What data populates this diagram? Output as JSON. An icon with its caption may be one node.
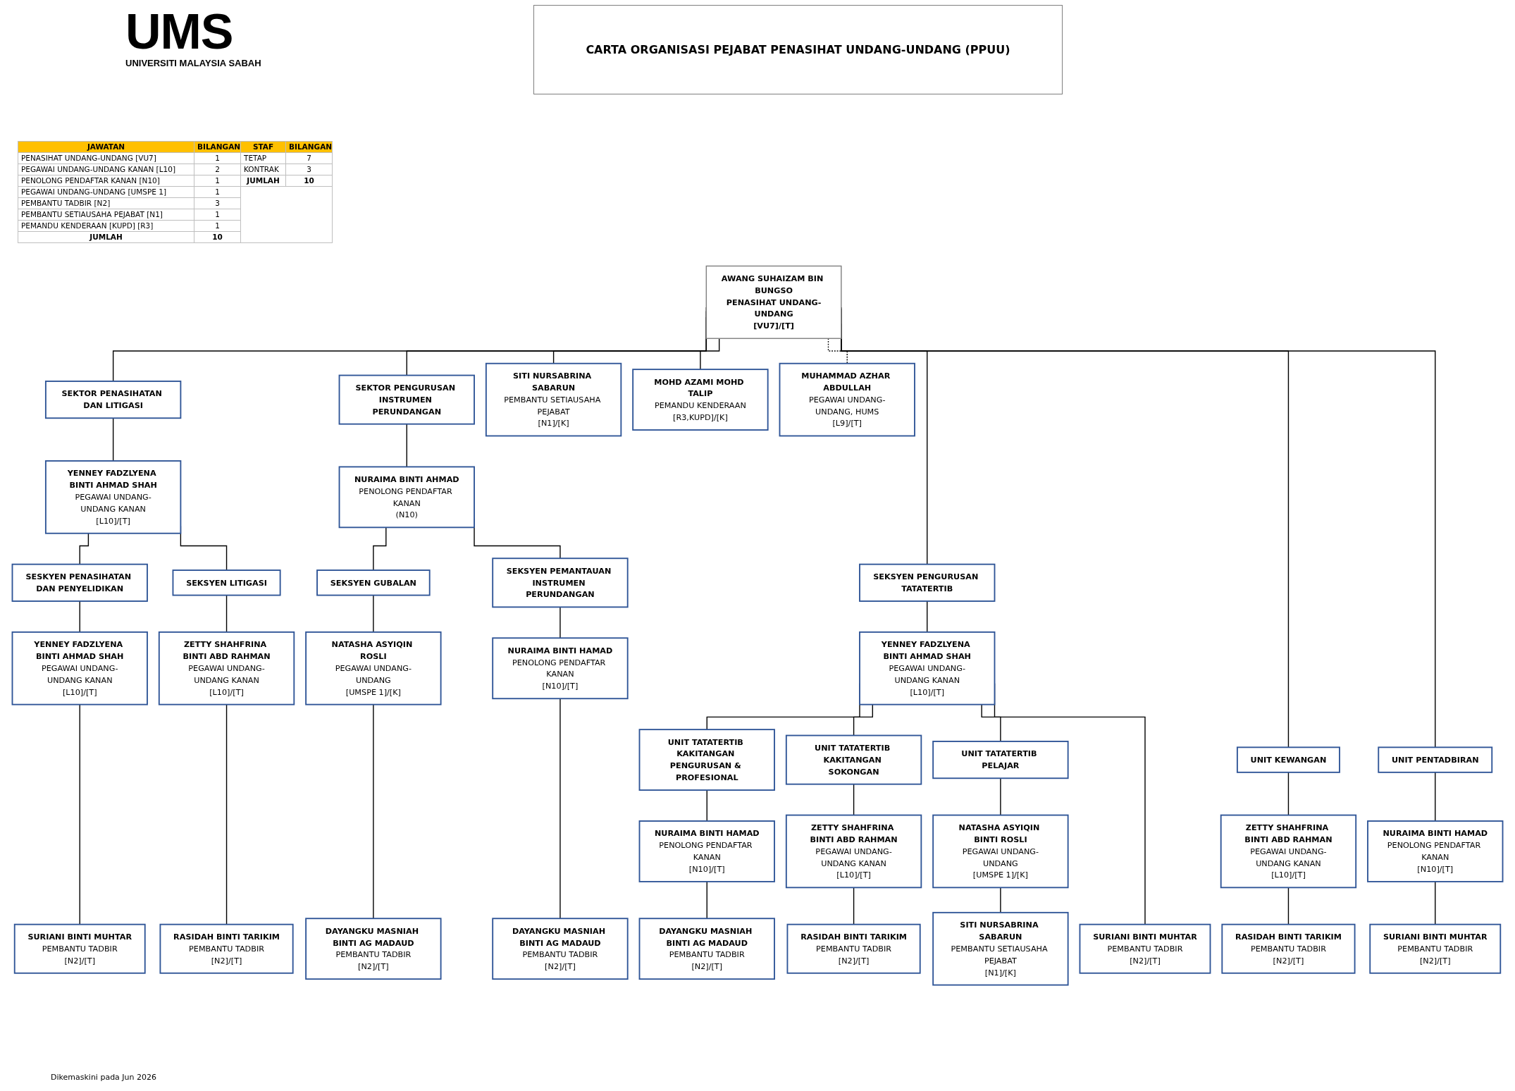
{
  "diagram": {
    "title": "CARTA ORGANISASI PEJABAT PENASIHAT UNDANG-UNDANG (PPUU)",
    "nodes": [
      {
        "text": [
          "AWANG SUHAIZAM BIN BUNGSO",
          "PENASIHAT UNDANG-UNDANG",
          "[VU7]/[T]"
        ]
      },
      {
        "text": [
          "MUHAMMAD AZHAR ABDULLAH",
          "PEGAWAI UNDANG-UNDANG, HUMS",
          "[L9]/[T]"
        ]
      },
      {
        "text": [
          "SITI NURSABRINA SABARUN",
          "PEMBANTU SETIAUSAHA PEJABAT",
          "[N1]/[K]"
        ]
      },
      {
        "text": [
          "MOHD AZAMI MOHD TALIP",
          "PEMANDU KENDERAAN",
          "[R3,KUPD]/[K]"
        ]
      },
      {
        "text": [
          "SEKTOR PENASIHATAN DAN LITIGASI"
        ]
      },
      {
        "text": [
          "SEKTOR PENGURUSAN INSTRUMEN PERUNDANGAN"
        ]
      },
      {
        "text": [
          "YENNEY FADZLYENA BINTI AHMAD SHAH",
          "PEGAWAI UNDANG-UNDANG KANAN",
          "[L10]/[T]"
        ]
      },
      {
        "text": [
          "NURAIMA BINTI AHMAD",
          "PENOLONG PENDAFTAR KANAN",
          "(N10)"
        ]
      },
      {
        "text": [
          "SESKYEN PENASIHATAN DAN PENYELIDIKAN"
        ]
      },
      {
        "text": [
          "SEKSYEN LITIGASI"
        ]
      },
      {
        "text": [
          "SEKSYEN GUBALAN"
        ]
      },
      {
        "text": [
          "SEKSYEN PEMANTAUAN INSTRUMEN PERUNDANGAN"
        ]
      },
      {
        "text": [
          "SEKSYEN PENGURUSAN TATATERTIB"
        ]
      },
      {
        "text": [
          "YENNEY FADZLYENA BINTI AHMAD SHAH",
          "PEGAWAI UNDANG-UNDANG KANAN",
          "[L10]/[T]"
        ]
      },
      {
        "text": [
          "ZETTY SHAHFRINA BINTI ABD RAHMAN",
          "PEGAWAI UNDANG-UNDANG KANAN",
          "[L10]/[T]"
        ]
      },
      {
        "text": [
          "NATASHA ASYIQIN ROSLI",
          "PEGAWAI UNDANG-UNDANG",
          "[UMSPE 1]/[K]"
        ]
      },
      {
        "text": [
          "NURAIMA BINTI HAMAD",
          "PENOLONG PENDAFTAR KANAN",
          "[N10]/[T]"
        ]
      },
      {
        "text": [
          "YENNEY FADZLYENA BINTI AHMAD SHAH",
          "PEGAWAI UNDANG-UNDANG KANAN",
          "[L10]/[T]"
        ]
      },
      {
        "text": [
          "UNIT TATATERTIB KAKITANGAN PENGURUSAN & PROFESIONAL"
        ]
      },
      {
        "text": [
          "UNIT TATATERTIB KAKITANGAN SOKONGAN"
        ]
      },
      {
        "text": [
          "UNIT TATATERTIB PELAJAR"
        ]
      },
      {
        "text": [
          "UNIT KEWANGAN"
        ]
      },
      {
        "text": [
          "UNIT PENTADBIRAN"
        ]
      },
      {
        "text": [
          "NURAIMA BINTI HAMAD",
          "PENOLONG PENDAFTAR KANAN",
          "[N10]/[T]"
        ]
      },
      {
        "text": [
          "ZETTY SHAHFRINA BINTI ABD RAHMAN",
          "PEGAWAI UNDANG-UNDANG KANAN",
          "[L10]/[T]"
        ]
      },
      {
        "text": [
          "NATASHA ASYIQIN BINTI ROSLI",
          "PEGAWAI UNDANG-UNDANG",
          "[UMSPE 1]/[K]"
        ]
      },
      {
        "text": [
          "ZETTY SHAHFRINA BINTI ABD RAHMAN",
          "PEGAWAI UNDANG-UNDANG KANAN",
          "[L10]/[T]"
        ]
      },
      {
        "text": [
          "NURAIMA BINTI HAMAD",
          "PENOLONG PENDAFTAR KANAN",
          "[N10]/[T]"
        ]
      },
      {
        "text": [
          "SURIANI BINTI MUHTAR",
          "PEMBANTU TADBIR",
          "[N2]/[T]"
        ]
      },
      {
        "text": [
          "RASIDAH BINTI TARIKIM",
          "PEMBANTU TADBIR",
          "[N2]/[T]"
        ]
      },
      {
        "text": [
          "DAYANGKU MASNIAH BINTI AG MADAUD",
          "PEMBANTU TADBIR",
          "[N2]/[T]"
        ]
      },
      {
        "text": [
          "DAYANGKU MASNIAH BINTI AG MADAUD",
          "PEMBANTU TADBIR",
          "[N2]/[T]"
        ]
      },
      {
        "text": [
          "DAYANGKU MASNIAH BINTI AG MADAUD",
          "PEMBANTU TADBIR",
          "[N2]/[T]"
        ]
      },
      {
        "text": [
          "RASIDAH BINTI TARIKIM",
          "PEMBANTU TADBIR",
          "[N2]/[T]"
        ]
      },
      {
        "text": [
          "SITI NURSABRINA SABARUN",
          "PEMBANTU SETIAUSAHA PEJABAT",
          "[N1]/[K]"
        ]
      },
      {
        "text": [
          "SURIANI BINTI MUHTAR",
          "PEMBANTU TADBIR",
          "[N2]/[T]"
        ]
      },
      {
        "text": [
          "RASIDAH BINTI TARIKIM",
          "PEMBANTU TADBIR",
          "[N2]/[T]"
        ]
      },
      {
        "text": [
          "SURIANI BINTI MUHTAR",
          "PEMBANTU TADBIR",
          "[N2]/[T]"
        ]
      }
    ],
    "edges": [
      {
        "from": 0,
        "to": 4,
        "arrow": "none"
      },
      {
        "from": 0,
        "to": 5,
        "arrow": "none"
      },
      {
        "from": 0,
        "to": 2,
        "arrow": "none"
      },
      {
        "from": 0,
        "to": 3,
        "arrow": "none"
      },
      {
        "from": 0,
        "to": 12,
        "arrow": "none"
      },
      {
        "from": 0,
        "to": 21,
        "arrow": "none"
      },
      {
        "from": 0,
        "to": 22,
        "arrow": "none"
      },
      {
        "from": 0,
        "to": 1,
        "arrow": "none",
        "style": "dashed"
      },
      {
        "from": 4,
        "to": 6,
        "arrow": "none"
      },
      {
        "from": 5,
        "to": 7,
        "arrow": "none"
      },
      {
        "from": 6,
        "to": 8,
        "arrow": "none"
      },
      {
        "from": 6,
        "to": 9,
        "arrow": "none"
      },
      {
        "from": 7,
        "to": 10,
        "arrow": "none"
      },
      {
        "from": 7,
        "to": 11,
        "arrow": "none"
      },
      {
        "from": 8,
        "to": 13,
        "arrow": "none"
      },
      {
        "from": 9,
        "to": 14,
        "arrow": "none"
      },
      {
        "from": 10,
        "to": 15,
        "arrow": "none"
      },
      {
        "from": 11,
        "to": 16,
        "arrow": "none"
      },
      {
        "from": 12,
        "to": 17,
        "arrow": "none"
      },
      {
        "from": 17,
        "to": 18,
        "arrow": "none"
      },
      {
        "from": 17,
        "to": 19,
        "arrow": "none"
      },
      {
        "from": 17,
        "to": 20,
        "arrow": "none"
      },
      {
        "from": 17,
        "to": 35,
        "arrow": "none"
      },
      {
        "from": 18,
        "to": 23,
        "arrow": "none"
      },
      {
        "from": 19,
        "to": 24,
        "arrow": "none"
      },
      {
        "from": 20,
        "to": 25,
        "arrow": "none"
      },
      {
        "from": 21,
        "to": 26,
        "arrow": "none"
      },
      {
        "from": 22,
        "to": 27,
        "arrow": "none"
      },
      {
        "from": 13,
        "to": 28,
        "arrow": "none"
      },
      {
        "from": 14,
        "to": 29,
        "arrow": "none"
      },
      {
        "from": 15,
        "to": 30,
        "arrow": "none"
      },
      {
        "from": 16,
        "to": 31,
        "arrow": "none"
      },
      {
        "from": 23,
        "to": 32,
        "arrow": "none"
      },
      {
        "from": 24,
        "to": 33,
        "arrow": "none"
      },
      {
        "from": 25,
        "to": 34,
        "arrow": "none"
      },
      {
        "from": 26,
        "to": 36,
        "arrow": "none"
      },
      {
        "from": 27,
        "to": 37,
        "arrow": "none"
      }
    ],
    "labels": [
      "UMS",
      "UNIVERSITI MALAYSIA SABAH",
      "JAWATAN",
      "BILANGAN",
      "STAF",
      "BILANGAN",
      "PENASIHAT UNDANG-UNDANG [VU7]",
      "1",
      "TETAP",
      "7",
      "PEGAWAI UNDANG-UNDANG KANAN [L10]",
      "2",
      "KONTRAK",
      "3",
      "PENOLONG PENDAFTAR KANAN [N10]",
      "1",
      "JUMLAH",
      "10",
      "PEGAWAI UNDANG-UNDANG [UMSPE 1]",
      "1",
      "PEMBANTU TADBIR [N2]",
      "3",
      "PEMBANTU SETIAUSAHA PEJABAT [N1]",
      "1",
      "PEMANDU KENDERAAN [KUPD] [R3]",
      "1",
      "JUMLAH",
      "10",
      "Dikemaskini pada Jun 2026"
    ]
  }
}
